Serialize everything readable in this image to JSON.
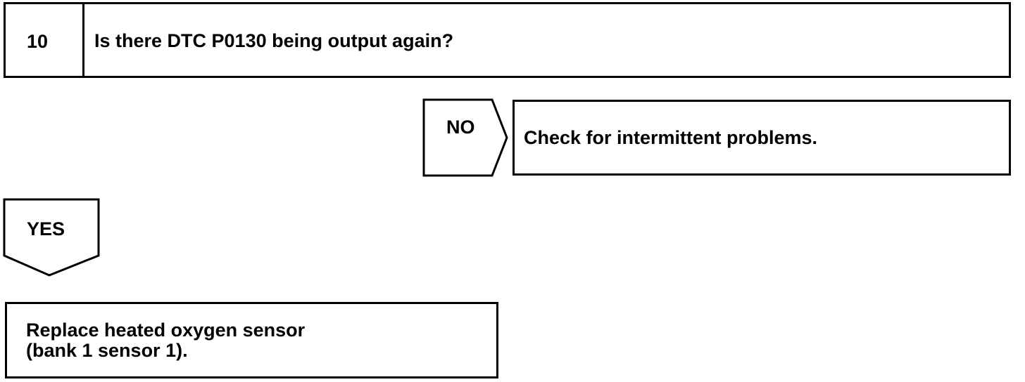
{
  "step": {
    "number": "10",
    "question": "Is there DTC P0130 being output again?"
  },
  "branches": {
    "no": {
      "label": "NO",
      "result": "Check for intermittent problems."
    },
    "yes": {
      "label": "YES",
      "result_line1": "Replace heated oxygen sensor",
      "result_line2": "(bank 1 sensor 1)."
    }
  },
  "colors": {
    "stroke": "#000000",
    "background": "#ffffff"
  }
}
